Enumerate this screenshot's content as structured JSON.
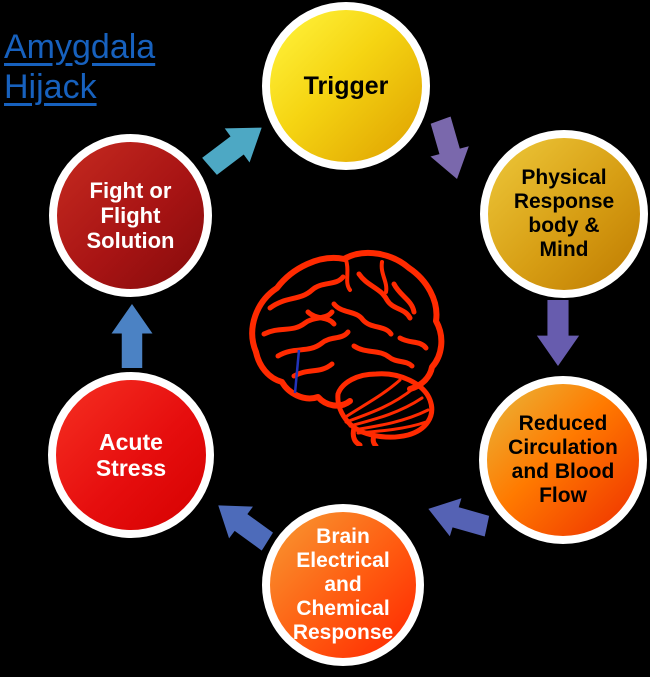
{
  "title": {
    "text": "Amygdala\nHijack",
    "color": "#1761BE"
  },
  "diagram": {
    "background": "#000000",
    "ring_border_color": "#FFFFFF",
    "nodes": [
      {
        "id": "trigger",
        "label": "Trigger",
        "text_color": "#000000",
        "gradient": [
          "#FFF23A",
          "#DE9F00"
        ]
      },
      {
        "id": "physical-response",
        "label": "Physical\nResponse\nbody &\nMind",
        "text_color": "#000000",
        "gradient": [
          "#EEC93B",
          "#BE7A00"
        ]
      },
      {
        "id": "reduced-circulation",
        "label": "Reduced\nCirculation\nand Blood\nFlow",
        "text_color": "#000000",
        "gradient": [
          "#E8B83C",
          "#FF7A00",
          "#EE2D00"
        ]
      },
      {
        "id": "brain-electrical",
        "label": "Brain\nElectrical\nand\nChemical\nResponse",
        "text_color": "#FFFFFF",
        "gradient": [
          "#F79A33",
          "#FF2400"
        ]
      },
      {
        "id": "acute-stress",
        "label": "Acute\nStress",
        "text_color": "#FFFFFF",
        "gradient": [
          "#F63022",
          "#D50000"
        ]
      },
      {
        "id": "fight-or-flight",
        "label": "Fight or\nFlight\nSolution",
        "text_color": "#FFFFFF",
        "gradient": [
          "#C62B20",
          "#840B0B"
        ]
      }
    ],
    "arrows": [
      {
        "from": "fight-or-flight",
        "to": "trigger",
        "color": "#4DA8C4",
        "direction": "up-right"
      },
      {
        "from": "trigger",
        "to": "physical-response",
        "color": "#7A68AC",
        "direction": "down-right"
      },
      {
        "from": "physical-response",
        "to": "reduced-circulation",
        "color": "#675CAE",
        "direction": "down"
      },
      {
        "from": "reduced-circulation",
        "to": "brain-electrical",
        "color": "#5562B4",
        "direction": "down-left"
      },
      {
        "from": "brain-electrical",
        "to": "acute-stress",
        "color": "#4D6BBA",
        "direction": "up-left"
      },
      {
        "from": "acute-stress",
        "to": "fight-or-flight",
        "color": "#4B82C4",
        "direction": "up"
      }
    ],
    "center_icon": {
      "name": "brain-line-art",
      "stroke_color": "#FF2A00",
      "pointer_line_color": "#2233BB"
    }
  }
}
